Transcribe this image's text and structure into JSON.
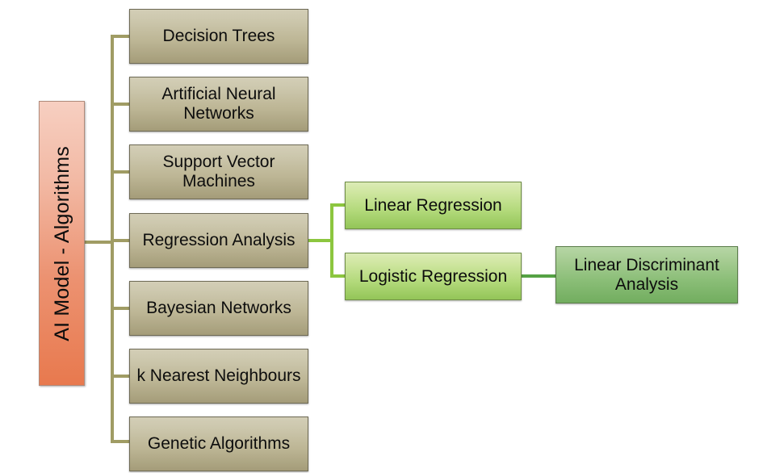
{
  "diagram": {
    "title": "AI Model - Algorithms",
    "root": {
      "label": "AI Model - Algorithms"
    },
    "branches": [
      {
        "id": "decision-trees",
        "label": "Decision Trees"
      },
      {
        "id": "artificial-neural-networks",
        "label": "Artificial Neural Networks"
      },
      {
        "id": "support-vector-machines",
        "label": "Support Vector Machines"
      },
      {
        "id": "regression-analysis",
        "label": "Regression Analysis"
      },
      {
        "id": "bayesian-networks",
        "label": "Bayesian Networks"
      },
      {
        "id": "k-nearest-neighbours",
        "label": "k Nearest Neighbours"
      },
      {
        "id": "genetic-algorithms",
        "label": "Genetic Algorithms"
      }
    ],
    "regression_children": [
      {
        "id": "linear-regression",
        "label": "Linear Regression"
      },
      {
        "id": "logistic-regression",
        "label": "Logistic Regression"
      }
    ],
    "logistic_children": [
      {
        "id": "linear-discriminant-analysis",
        "label": "Linear Discriminant Analysis"
      }
    ],
    "colors": {
      "root_top": "#f7cfc1",
      "root_bottom": "#e8794e",
      "branch_top": "#d3ceb6",
      "branch_bottom": "#a49c79",
      "green_top": "#dcebb6",
      "green_bottom": "#93c558",
      "green_dark_top": "#b7d6a6",
      "green_dark_bottom": "#72ad5f",
      "connector_olive": "#a09c64",
      "connector_lime": "#8cc63f",
      "connector_green": "#55a244",
      "background": "#ffffff",
      "text": "#0d0d0d"
    }
  }
}
